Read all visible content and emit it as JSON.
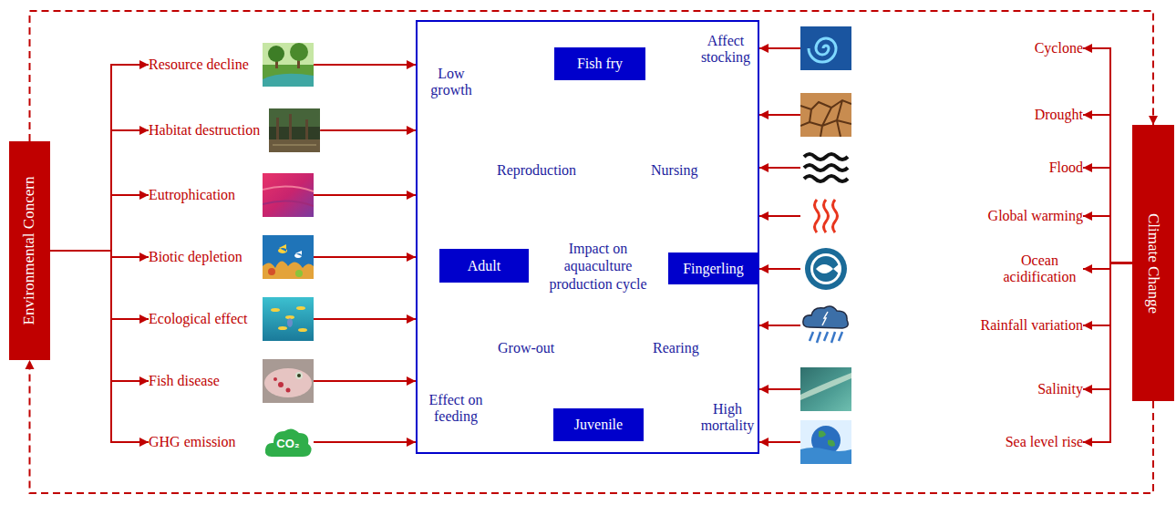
{
  "diagram": {
    "nodes": [
      {
        "text": [
          "Environmental Concern"
        ]
      },
      {
        "text": [
          "Resource decline"
        ]
      },
      {
        "text": [
          "Habitat destruction"
        ]
      },
      {
        "text": [
          "Eutrophication"
        ]
      },
      {
        "text": [
          "Biotic depletion"
        ]
      },
      {
        "text": [
          "Ecological effect"
        ]
      },
      {
        "text": [
          "Fish disease"
        ]
      },
      {
        "text": [
          "GHG emission"
        ]
      },
      {
        "text": [
          "Impact on aquaculture production cycle"
        ]
      },
      {
        "text": [
          "Fish fry"
        ],
        "in": 8
      },
      {
        "text": [
          "Adult"
        ],
        "in": 8
      },
      {
        "text": [
          "Fingerling"
        ],
        "in": 8
      },
      {
        "text": [
          "Juvenile"
        ],
        "in": 8
      },
      {
        "text": [
          "Cyclone"
        ]
      },
      {
        "text": [
          "Drought"
        ]
      },
      {
        "text": [
          "Flood"
        ]
      },
      {
        "text": [
          "Global warming"
        ]
      },
      {
        "text": [
          "Ocean acidification"
        ]
      },
      {
        "text": [
          "Rainfall variation"
        ]
      },
      {
        "text": [
          "Salinity"
        ]
      },
      {
        "text": [
          "Sea level rise"
        ]
      },
      {
        "text": [
          "Climate Change"
        ]
      }
    ],
    "edges": [
      {
        "from": 0,
        "to": 1,
        "arrow": "to"
      },
      {
        "from": 0,
        "to": 2,
        "arrow": "to"
      },
      {
        "from": 0,
        "to": 3,
        "arrow": "to"
      },
      {
        "from": 0,
        "to": 4,
        "arrow": "to"
      },
      {
        "from": 0,
        "to": 5,
        "arrow": "to"
      },
      {
        "from": 0,
        "to": 6,
        "arrow": "to"
      },
      {
        "from": 0,
        "to": 7,
        "arrow": "to"
      },
      {
        "from": 1,
        "to": 8,
        "arrow": "to"
      },
      {
        "from": 2,
        "to": 8,
        "arrow": "to"
      },
      {
        "from": 3,
        "to": 8,
        "arrow": "to"
      },
      {
        "from": 4,
        "to": 8,
        "arrow": "to"
      },
      {
        "from": 5,
        "to": 8,
        "arrow": "to"
      },
      {
        "from": 6,
        "to": 8,
        "arrow": "to"
      },
      {
        "from": 7,
        "to": 8,
        "arrow": "to"
      },
      {
        "from": 9,
        "to": 11,
        "label": "Nursing",
        "arrow": "to"
      },
      {
        "from": 11,
        "to": 12,
        "label": "Rearing",
        "arrow": "to"
      },
      {
        "from": 12,
        "to": 10,
        "label": "Grow-out",
        "arrow": "to"
      },
      {
        "from": 10,
        "to": 9,
        "label": "Reproduction",
        "arrow": "to"
      },
      {
        "from": 21,
        "to": 13,
        "arrow": "to"
      },
      {
        "from": 21,
        "to": 14,
        "arrow": "to"
      },
      {
        "from": 21,
        "to": 15,
        "arrow": "to"
      },
      {
        "from": 21,
        "to": 16,
        "arrow": "to"
      },
      {
        "from": 21,
        "to": 17,
        "arrow": "to"
      },
      {
        "from": 21,
        "to": 18,
        "arrow": "to"
      },
      {
        "from": 21,
        "to": 19,
        "arrow": "to"
      },
      {
        "from": 21,
        "to": 20,
        "arrow": "to"
      },
      {
        "from": 13,
        "to": 8,
        "arrow": "to"
      },
      {
        "from": 14,
        "to": 8,
        "arrow": "to"
      },
      {
        "from": 15,
        "to": 8,
        "arrow": "to"
      },
      {
        "from": 16,
        "to": 8,
        "arrow": "to"
      },
      {
        "from": 17,
        "to": 8,
        "arrow": "to"
      },
      {
        "from": 18,
        "to": 8,
        "arrow": "to"
      },
      {
        "from": 19,
        "to": 8,
        "arrow": "to"
      },
      {
        "from": 20,
        "to": 8,
        "arrow": "to"
      },
      {
        "from": 0,
        "to": 21,
        "arrow": "to"
      },
      {
        "from": 21,
        "to": 0,
        "arrow": "to"
      }
    ],
    "labels": [
      "Low growth",
      "Affect stocking",
      "Effect on feeding",
      "High mortality",
      "CO₂"
    ]
  }
}
